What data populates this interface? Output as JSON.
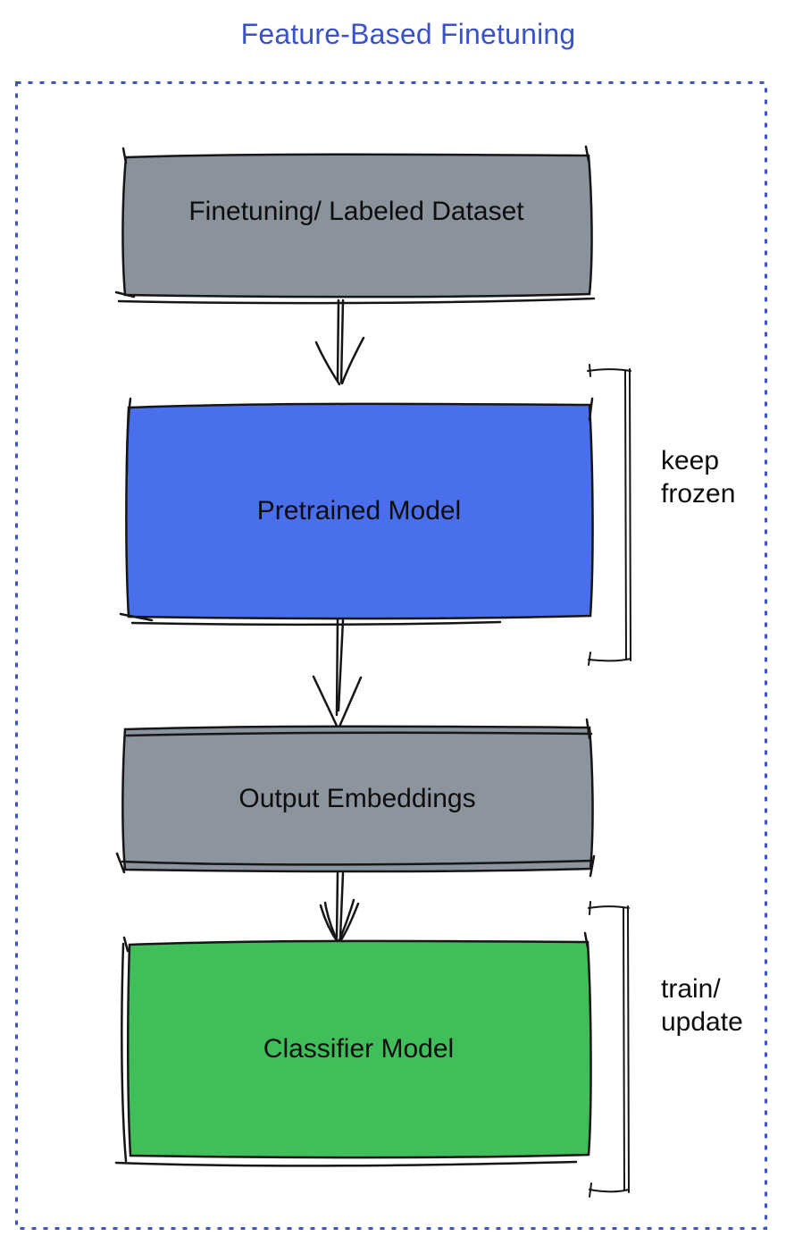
{
  "title": "Feature-Based Finetuning",
  "diagram": {
    "nodes": [
      {
        "id": "dataset",
        "label": "Finetuning/ Labeled Dataset",
        "fill": "#8A929C"
      },
      {
        "id": "pretrained",
        "label": "Pretrained Model",
        "fill": "#4A6FED"
      },
      {
        "id": "embeddings",
        "label": "Output Embeddings",
        "fill": "#8C949E"
      },
      {
        "id": "classifier",
        "label": "Classifier Model",
        "fill": "#3FBE59"
      }
    ],
    "annotations": [
      {
        "target": "pretrained",
        "label": "keep\nfrozen"
      },
      {
        "target": "classifier",
        "label": "train/\nupdate"
      }
    ],
    "colors": {
      "title_blue": "#3A52C8",
      "frame_blue": "#3B52CC",
      "sketch_stroke": "#161616",
      "box_gray": "#8A929C",
      "box_blue": "#4A6FED",
      "box_green": "#3FBE59"
    }
  }
}
